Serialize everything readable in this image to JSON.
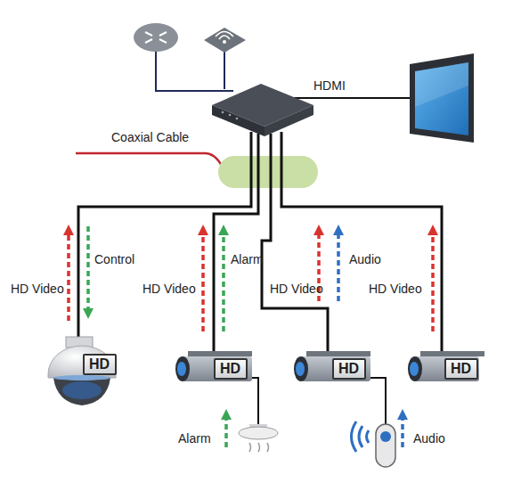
{
  "diagram": {
    "nodes": [
      {
        "text": [
          "HD"
        ]
      },
      {
        "text": [
          "HD"
        ]
      },
      {
        "text": [
          "HD"
        ]
      },
      {
        "text": [
          "HD"
        ]
      }
    ],
    "labels": [
      "HDMI",
      "Coaxial Cable",
      "Control",
      "HD Video",
      "Alarm",
      "HD Video",
      "HD Video",
      "Audio",
      "HD Video",
      "Alarm",
      "Audio"
    ]
  }
}
